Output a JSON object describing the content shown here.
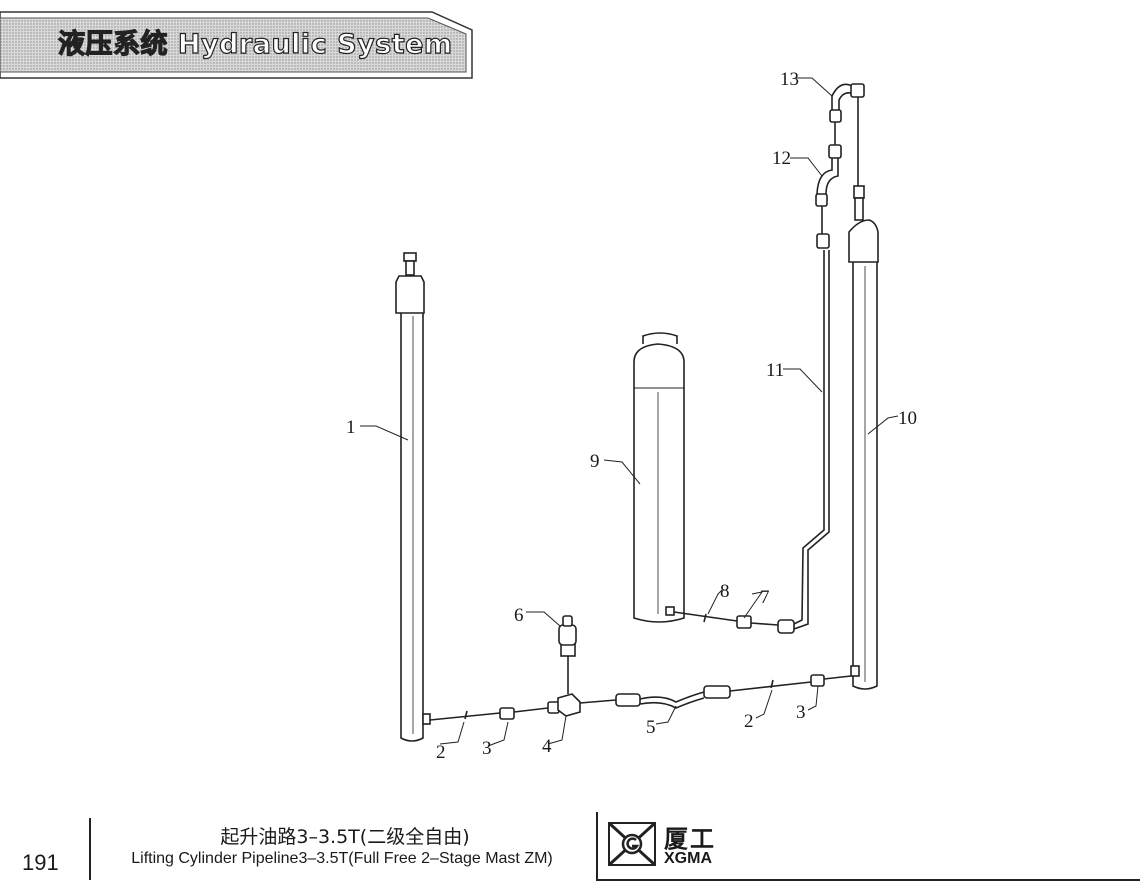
{
  "header": {
    "title": "液压系统   Hydraulic System"
  },
  "diagram": {
    "callouts": [
      "1",
      "2",
      "3",
      "4",
      "5",
      "6",
      "7",
      "8",
      "9",
      "10",
      "11",
      "12",
      "13",
      "2",
      "3"
    ]
  },
  "footer": {
    "page_number": "191",
    "caption_cn": "起升油路3–3.5T(二级全自由)",
    "caption_en": "Lifting Cylinder Pipeline3–3.5T(Full Free 2–Stage Mast ZM)",
    "brand_cn": "厦工",
    "brand_en": "XGMA"
  }
}
